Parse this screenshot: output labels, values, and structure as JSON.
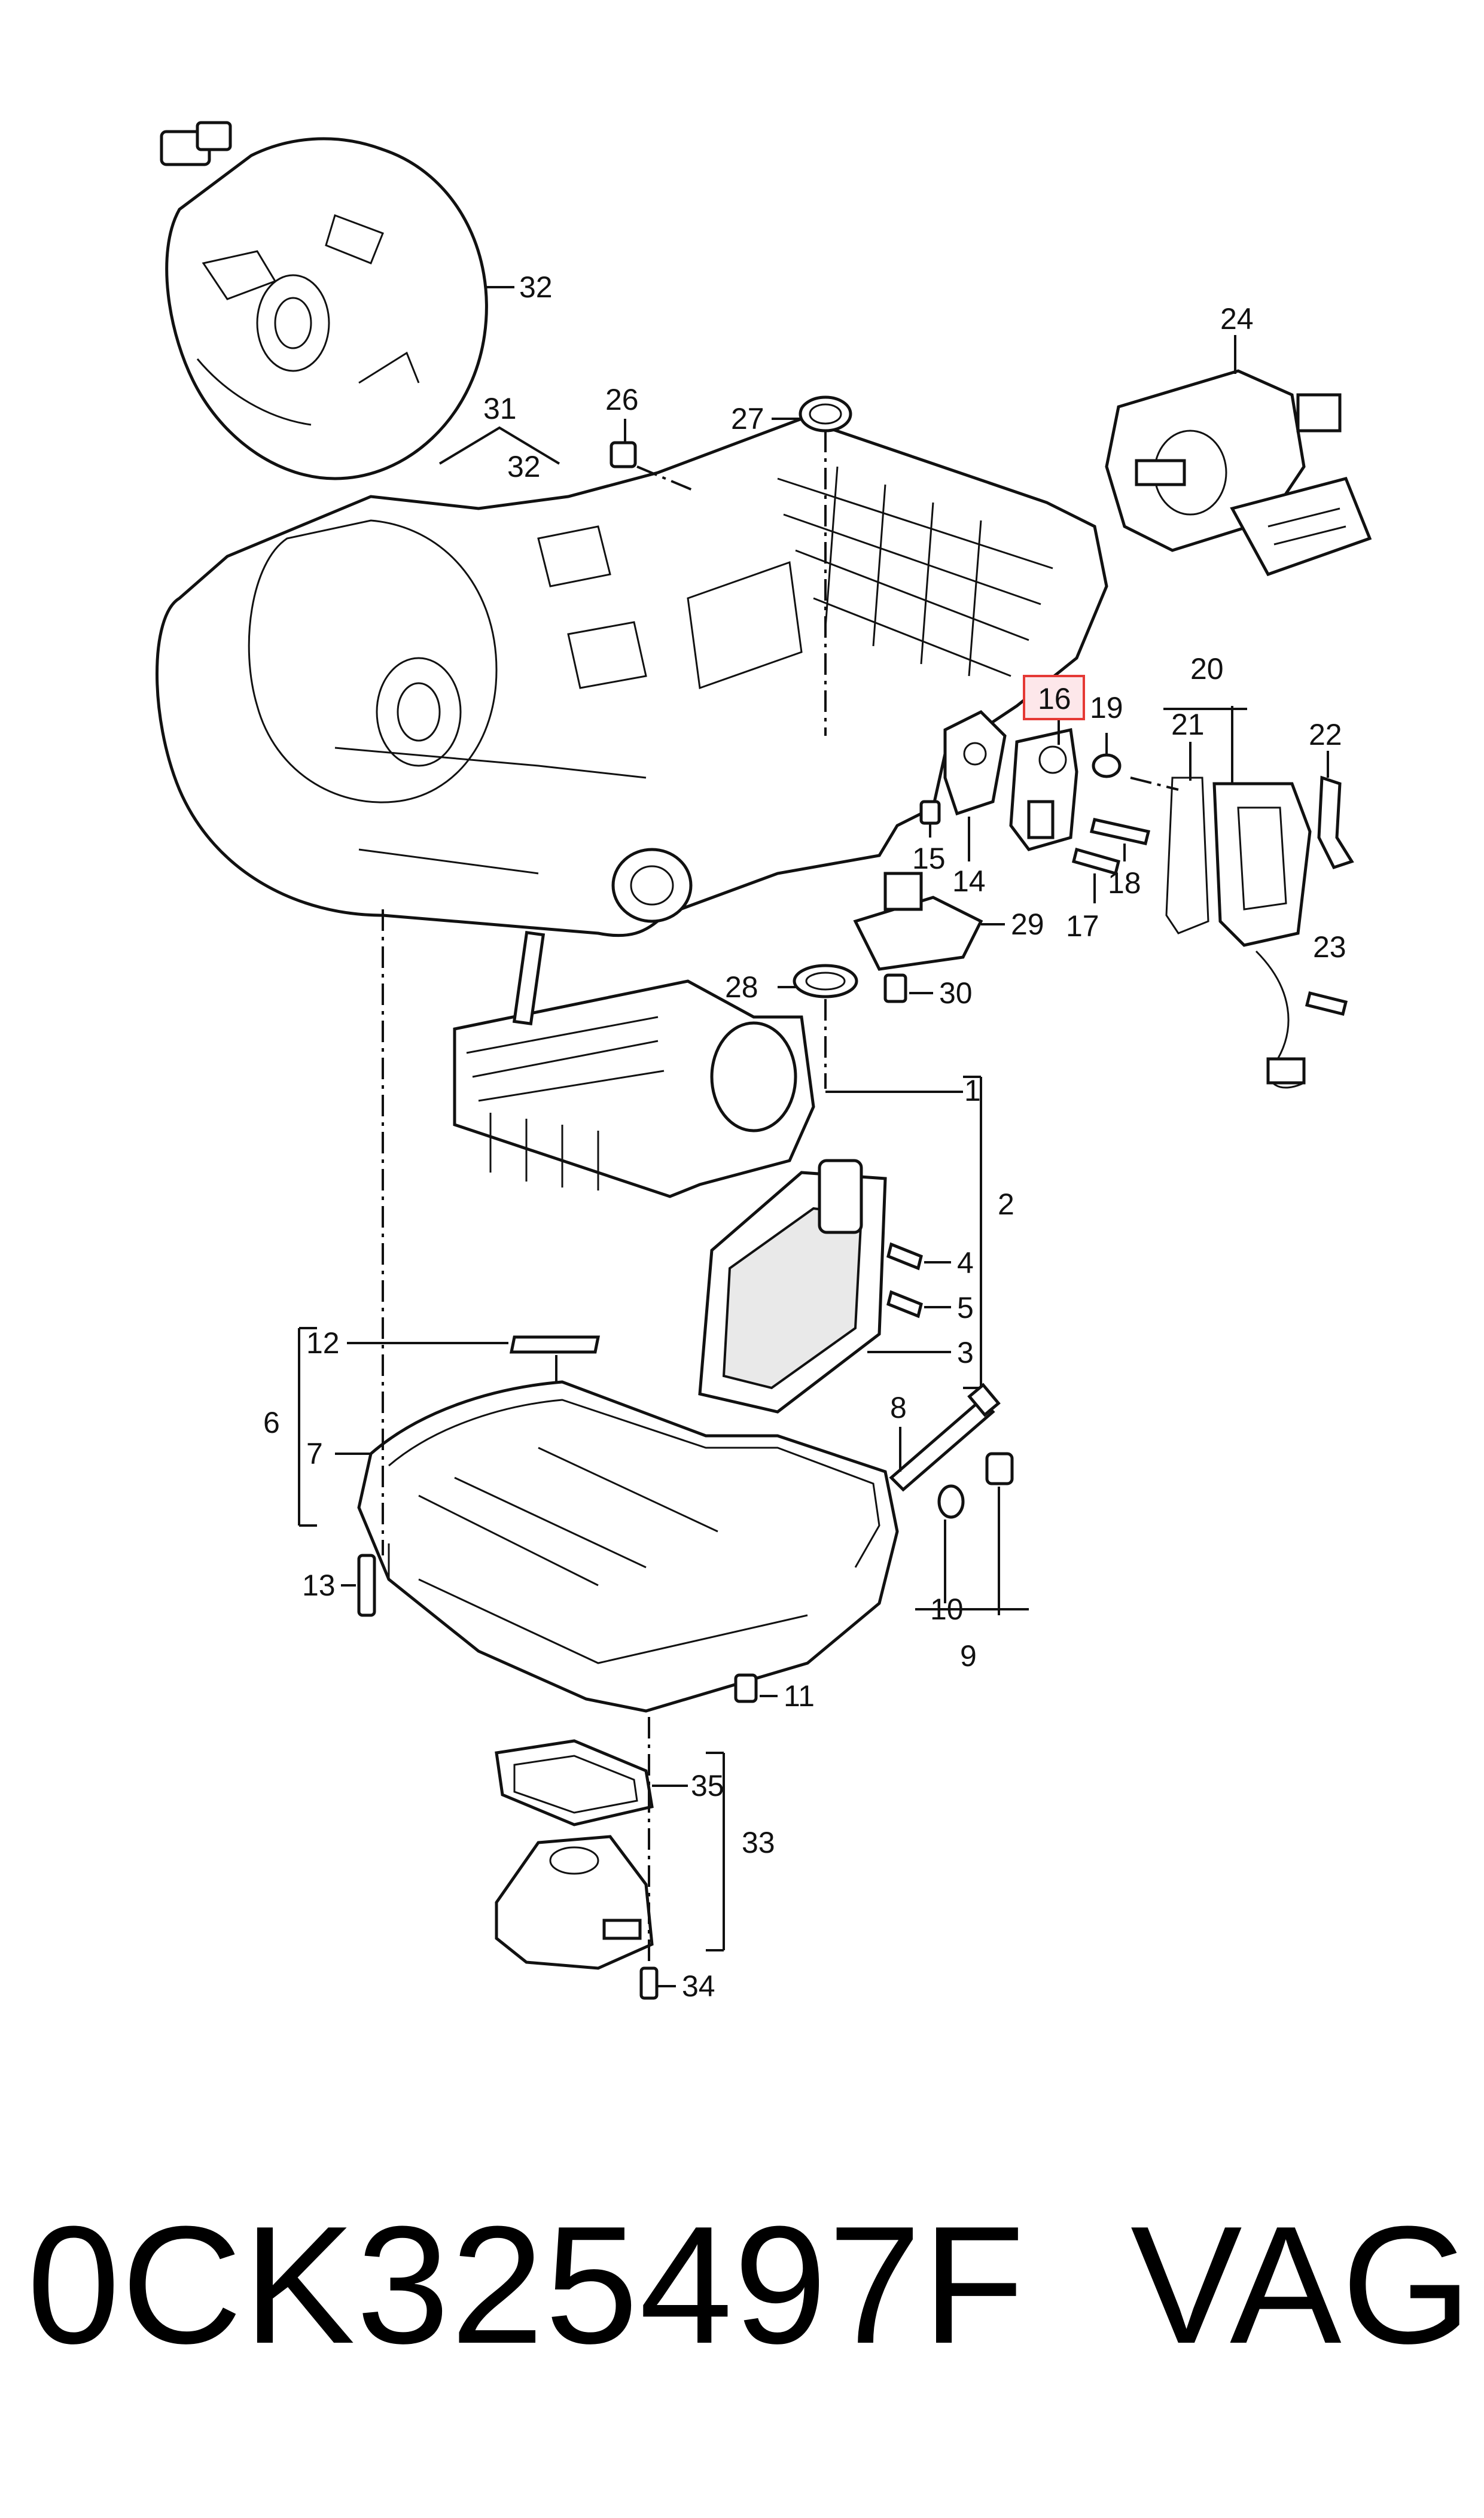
{
  "callouts": {
    "c1": "1",
    "c2": "2",
    "c3": "3",
    "c4": "4",
    "c5": "5",
    "c6": "6",
    "c7": "7",
    "c8": "8",
    "c9": "9",
    "c10": "10",
    "c11": "11",
    "c12": "12",
    "c13": "13",
    "c14": "14",
    "c15": "15",
    "c16": "16",
    "c17": "17",
    "c18": "18",
    "c19": "19",
    "c20": "20",
    "c21": "21",
    "c22": "22",
    "c23": "23",
    "c24": "24",
    "c26": "26",
    "c27": "27",
    "c28": "28",
    "c29": "29",
    "c30": "30",
    "c31": "31",
    "c32a": "32",
    "c32b": "32",
    "c33": "33",
    "c34": "34",
    "c35": "35"
  },
  "highlight_color": "#e53935",
  "part_number": "0CK325497F",
  "brand": "VAG"
}
